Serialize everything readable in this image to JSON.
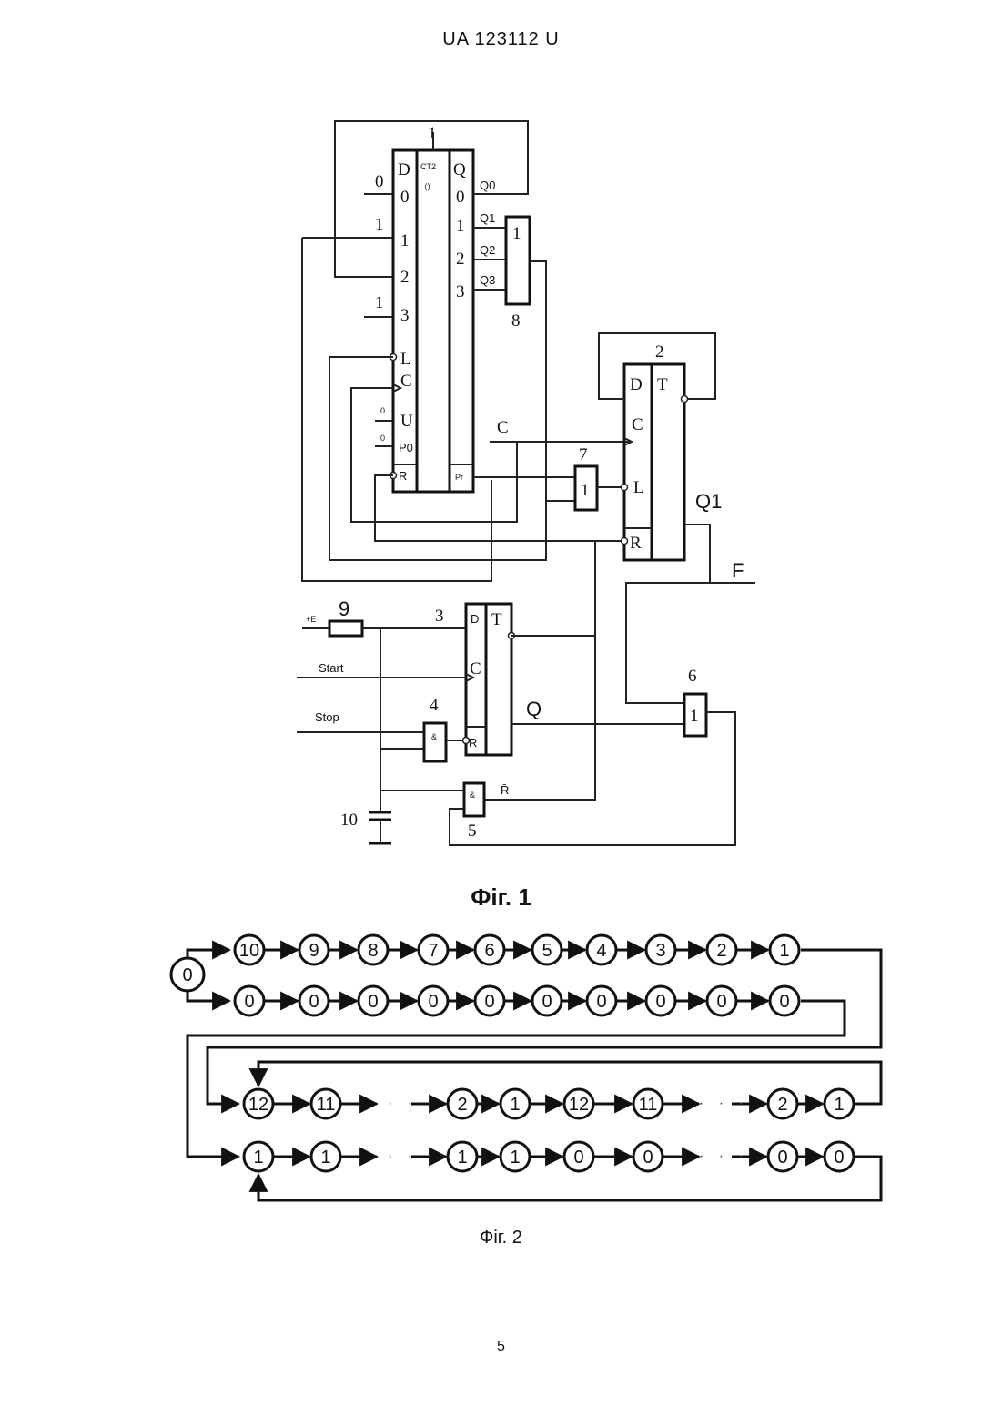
{
  "header": "UA   123112   U",
  "fig1_caption": "Фіг. 1",
  "fig2_caption": "Фіг. 2",
  "page_number": "5",
  "circuit": {
    "counter": {
      "ref": "1",
      "func": "CT2",
      "dir": "⟨⟩",
      "d_header": "D",
      "q_header": "Q",
      "d_pins": [
        "0",
        "1",
        "2",
        "3"
      ],
      "q_pins": [
        "0",
        "1",
        "2",
        "3"
      ],
      "in_values": [
        "0",
        "1",
        "1"
      ],
      "outputs": [
        "Q0",
        "Q1",
        "Q2",
        "Q3"
      ],
      "ctrl": [
        "L",
        "C",
        "U",
        "P0",
        "R"
      ],
      "u_value": "0",
      "p_value": "0",
      "p_out": "Pr"
    },
    "gate8": {
      "ref": "8",
      "func": "1"
    },
    "trigger2": {
      "ref": "2",
      "d": "D",
      "t": "T",
      "c": "C",
      "l": "L",
      "r": "R",
      "out": "Q1"
    },
    "gate7": {
      "ref": "7",
      "func": "1"
    },
    "clock_label": "C",
    "f_label": "F",
    "res9": {
      "ref": "9",
      "supply": "+E"
    },
    "trigger3": {
      "ref": "3",
      "d": "D",
      "t": "T",
      "c": "C",
      "r": "R",
      "out": "Q"
    },
    "start_label": "Start",
    "stop_label": "Stop",
    "gate4": {
      "ref": "4",
      "func": "&"
    },
    "gate6": {
      "ref": "6",
      "func": "1"
    },
    "gate5": {
      "ref": "5",
      "func": "&",
      "out": "R̄"
    },
    "cap10": {
      "ref": "10"
    }
  },
  "states": {
    "start": "0",
    "row1": [
      "10",
      "9",
      "8",
      "7",
      "6",
      "5",
      "4",
      "3",
      "2",
      "1"
    ],
    "row2": [
      "0",
      "0",
      "0",
      "0",
      "0",
      "0",
      "0",
      "0",
      "0",
      "0"
    ],
    "row3": [
      "12",
      "11",
      "2",
      "1",
      "12",
      "11",
      "2",
      "1"
    ],
    "row4": [
      "1",
      "1",
      "1",
      "1",
      "0",
      "0",
      "0",
      "0"
    ],
    "ellipsis": "· · ·"
  }
}
